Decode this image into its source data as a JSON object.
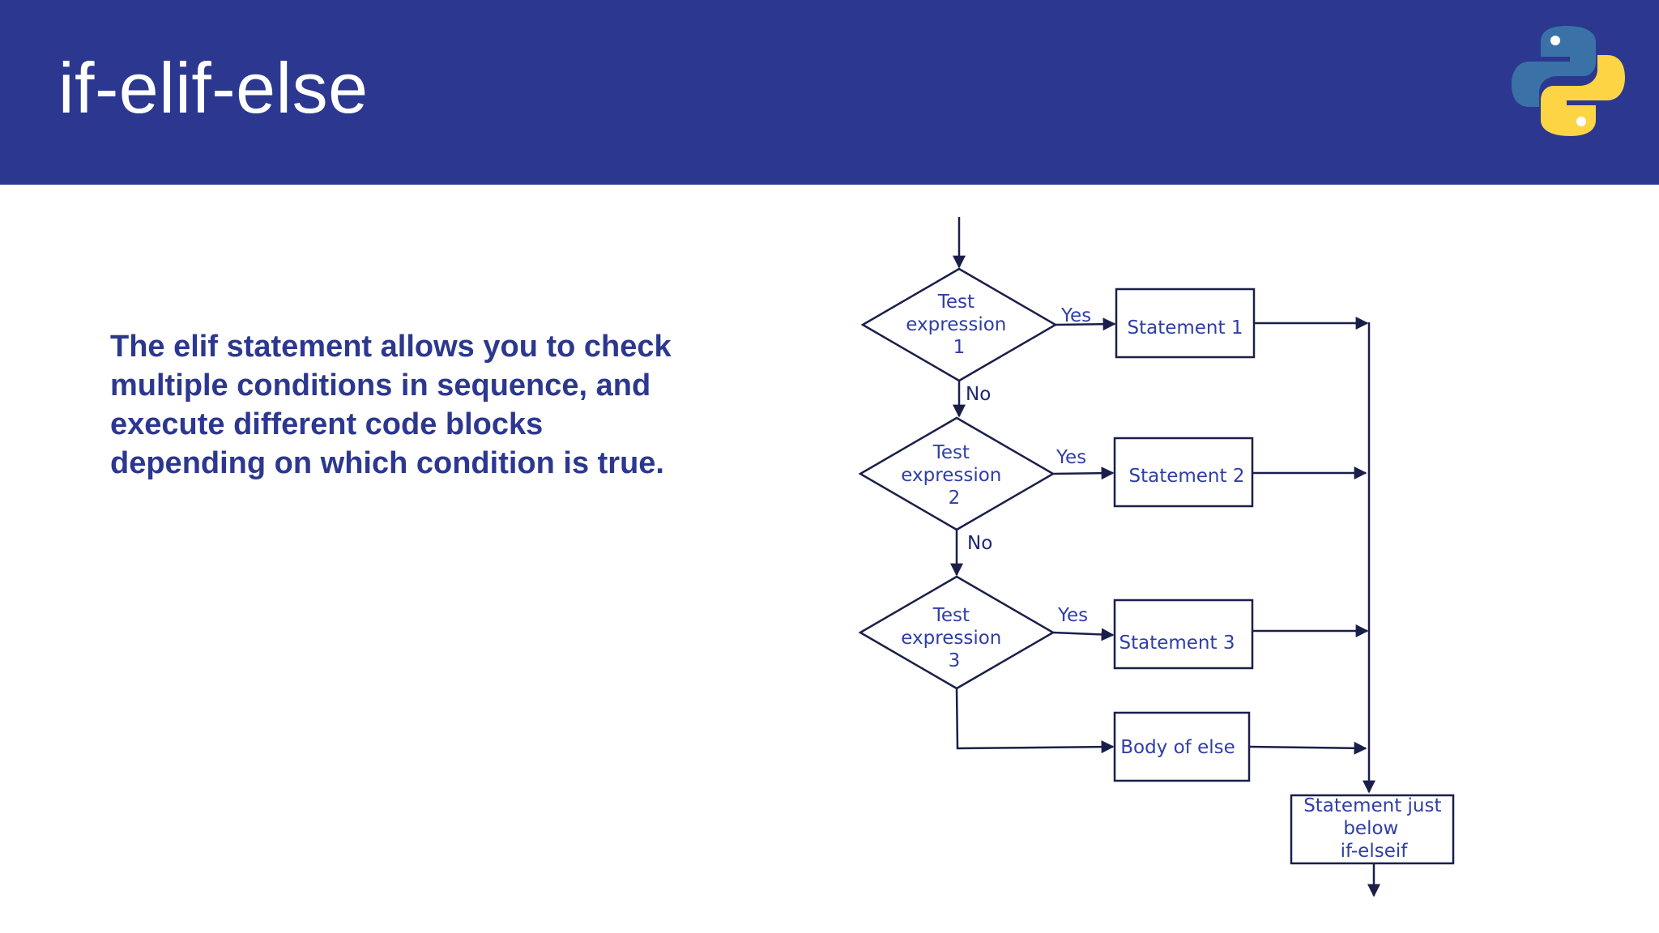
{
  "slide": {
    "title": "if-elif-else",
    "description": "The elif statement allows you to check multiple conditions in sequence, and execute different code blocks depending on which condition is true.",
    "logo_icon": "python-logo-icon"
  },
  "colors": {
    "header_bg": "#2c388f",
    "accent_text": "#2c388f",
    "diagram_text": "#2f3ea6",
    "diagram_line": "#1a1f4a",
    "logo_blue": "#3a72a8",
    "logo_yellow": "#fdd444"
  },
  "flowchart": {
    "decisions": [
      {
        "lines": [
          "Test",
          "expression",
          "1"
        ]
      },
      {
        "lines": [
          "Test",
          "expression",
          "2"
        ]
      },
      {
        "lines": [
          "Test",
          "expression",
          "3"
        ]
      }
    ],
    "statements": [
      {
        "label": "Statement 1"
      },
      {
        "label": "Statement 2"
      },
      {
        "label": "Statement 3"
      },
      {
        "label": "Body of else"
      }
    ],
    "final": {
      "lines": [
        "Statement just",
        "below",
        "if-elseif"
      ]
    },
    "yes_label": "Yes",
    "no_label": "No"
  }
}
